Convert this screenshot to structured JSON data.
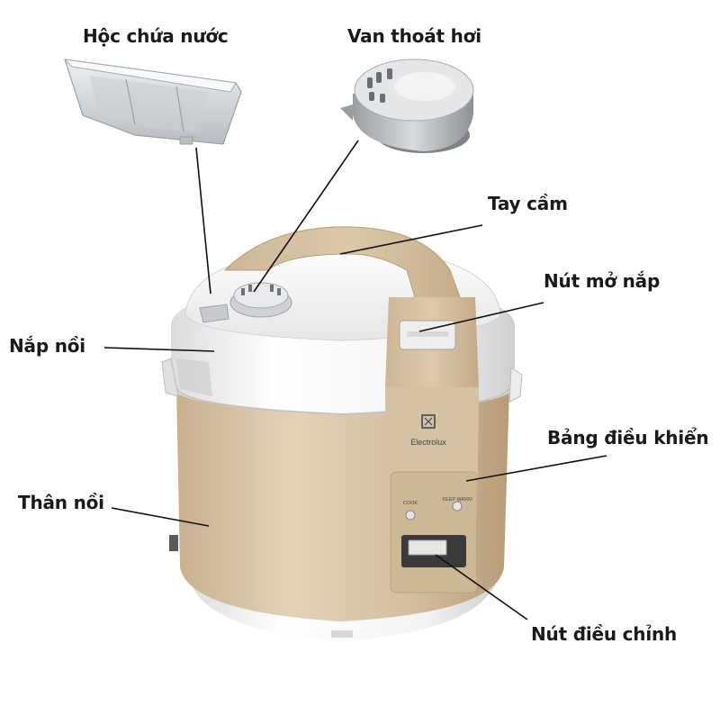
{
  "colors": {
    "body": "#d6c2a4",
    "body_dark": "#c9b291",
    "white_shell": "#f3f3f3",
    "accent_line": "#111111",
    "label_text": "#1a1a1a"
  },
  "labels": {
    "water_tray": "Hộc chứa nước",
    "steam_valve": "Van thoát hơi",
    "handle": "Tay cầm",
    "lid_button": "Nút mở nắp",
    "lid": "Nắp nồi",
    "control_panel": "Bảng điều khiển",
    "body": "Thân nồi",
    "control_switch": "Nút điều chỉnh"
  },
  "brand": {
    "name": "Electrolux",
    "cook": "COOK",
    "keep_warm": "KEEP WARM"
  }
}
